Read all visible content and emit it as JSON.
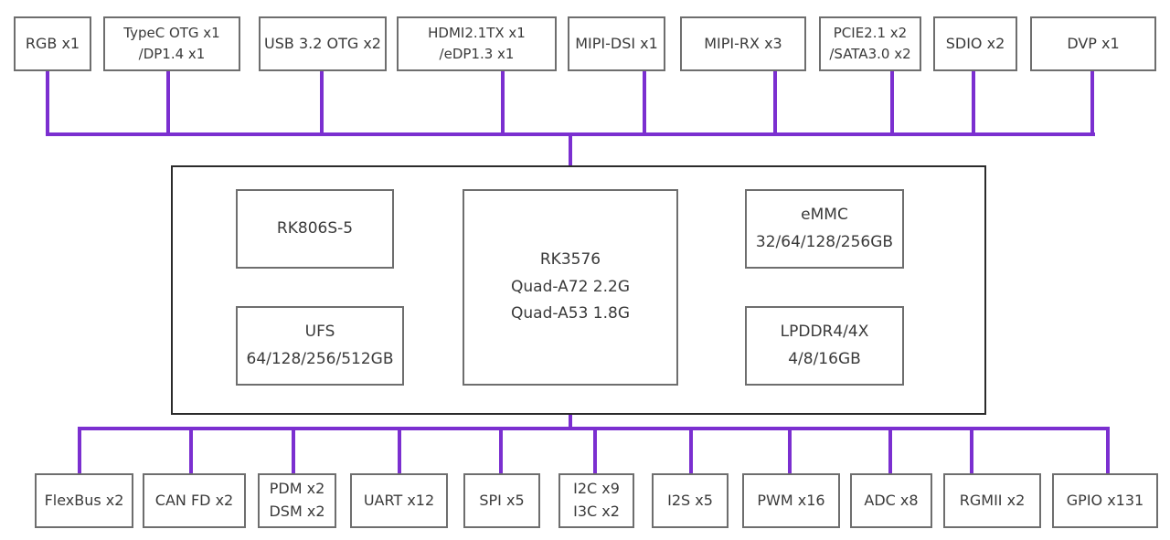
{
  "top_interfaces": [
    {
      "lines": [
        "RGB x1"
      ]
    },
    {
      "lines": [
        "TypeC OTG x1",
        "/DP1.4 x1"
      ]
    },
    {
      "lines": [
        "USB 3.2 OTG x2"
      ]
    },
    {
      "lines": [
        "HDMI2.1TX x1",
        "/eDP1.3 x1"
      ]
    },
    {
      "lines": [
        "MIPI-DSI x1"
      ]
    },
    {
      "lines": [
        "MIPI-RX x3"
      ]
    },
    {
      "lines": [
        "PCIE2.1 x2",
        "/SATA3.0 x2"
      ]
    },
    {
      "lines": [
        "SDIO x2"
      ]
    },
    {
      "lines": [
        "DVP x1"
      ]
    }
  ],
  "core": {
    "pmic": {
      "lines": [
        "RK806S-5"
      ]
    },
    "soc": {
      "lines": [
        "RK3576",
        "Quad-A72 2.2G",
        "Quad-A53 1.8G"
      ]
    },
    "emmc": {
      "lines": [
        "eMMC",
        "32/64/128/256GB"
      ]
    },
    "ufs": {
      "lines": [
        "UFS",
        "64/128/256/512GB"
      ]
    },
    "lpddr": {
      "lines": [
        "LPDDR4/4X",
        "4/8/16GB"
      ]
    }
  },
  "bottom_interfaces": [
    {
      "lines": [
        "FlexBus x2"
      ]
    },
    {
      "lines": [
        "CAN FD x2"
      ]
    },
    {
      "lines": [
        "PDM x2",
        "DSM x2"
      ]
    },
    {
      "lines": [
        "UART x12"
      ]
    },
    {
      "lines": [
        "SPI x5"
      ]
    },
    {
      "lines": [
        "I2C x9",
        "I3C x2"
      ]
    },
    {
      "lines": [
        "I2S x5"
      ]
    },
    {
      "lines": [
        "PWM x16"
      ]
    },
    {
      "lines": [
        "ADC x8"
      ]
    },
    {
      "lines": [
        "RGMII x2"
      ]
    },
    {
      "lines": [
        "GPIO x131"
      ]
    }
  ],
  "colors": {
    "bus": "#7b2fd0",
    "border": "#6e6e6e",
    "frame": "#2b2b2b"
  }
}
